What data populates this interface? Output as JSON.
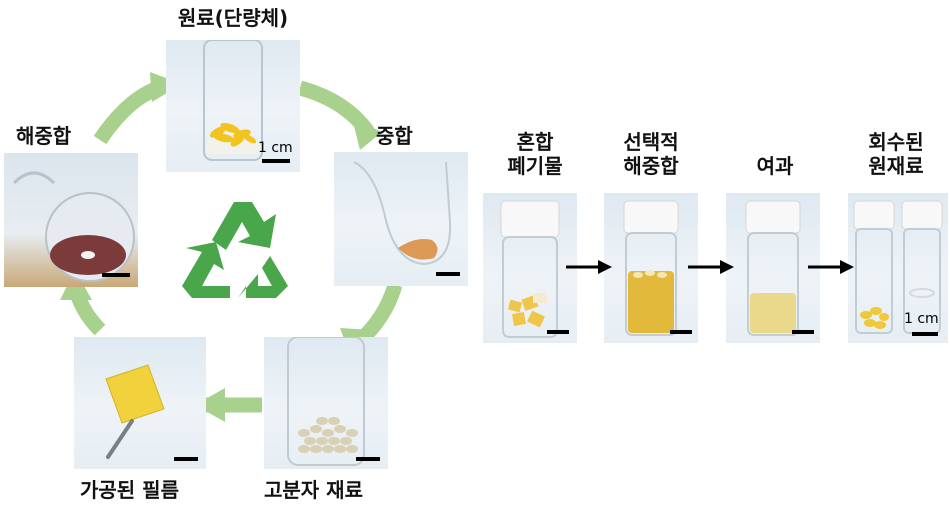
{
  "cycle": {
    "monomer": "원료(단량체)",
    "polymerization": "중합",
    "polymer_material": "고분자 재료",
    "processed_film": "가공된 필름",
    "depolymerization": "해중합"
  },
  "process": {
    "mixed_waste": "혼합\n폐기물",
    "selective_depolymerization": "선택적\n해중합",
    "filtration": "여과",
    "recovered_material": "회수된\n원재료"
  },
  "scale": {
    "label_monomer": "1 cm",
    "label_recovered": "1 cm"
  },
  "colors": {
    "cycle_arrow": "#a9d18e",
    "recycle_symbol": "#4aa64a",
    "process_arrow": "#000000"
  },
  "icons": {
    "recycle": "recycle-icon"
  }
}
